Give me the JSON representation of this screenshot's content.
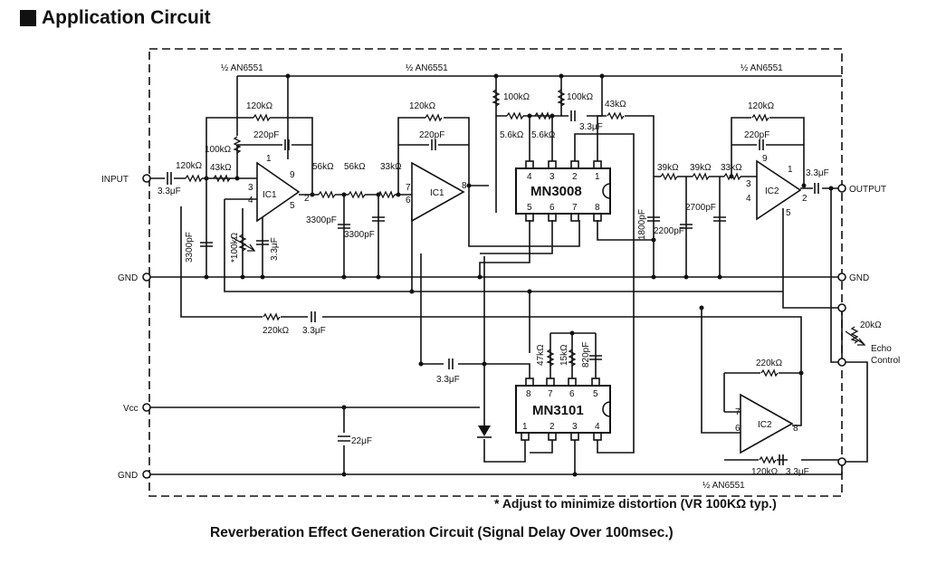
{
  "heading": "Application Circuit",
  "footnote": "* Adjust to minimize distortion (VR 100KΩ typ.)",
  "caption": "Reverberation Effect Generation Circuit (Signal Delay Over 100msec.)",
  "terminals": {
    "input": "INPUT",
    "gnd_top": "GND",
    "vcc": "Vcc",
    "gnd_bottom": "GND",
    "output": "OUTPUT",
    "gnd_right": "GND",
    "echo_control": [
      "Echo",
      "Control"
    ]
  },
  "opamps": {
    "ic1a": {
      "name": "IC1",
      "part": "½ AN6551"
    },
    "ic1b": {
      "name": "IC1",
      "part": "½ AN6551"
    },
    "ic2a": {
      "name": "IC2",
      "part": "½ AN6551"
    },
    "ic2b": {
      "name": "IC2",
      "part": "½ AN6551"
    }
  },
  "chips": {
    "mn3008": {
      "name": "MN3008",
      "top_pins": [
        "4",
        "3",
        "2",
        "1"
      ],
      "bottom_pins": [
        "5",
        "6",
        "7",
        "8"
      ]
    },
    "mn3101": {
      "name": "MN3101",
      "top_pins": [
        "8",
        "7",
        "6",
        "5"
      ],
      "bottom_pins": [
        "1",
        "2",
        "3",
        "4"
      ]
    }
  },
  "components": {
    "c_in": "3.3μF",
    "r_in": "120kΩ",
    "r43_1": "43kΩ",
    "r100_1": "100kΩ",
    "r120_fb1": "120kΩ",
    "c220_1": "220pF",
    "r56_a": "56kΩ",
    "r56_b": "56kΩ",
    "c3300_a": "3300pF",
    "c3300_b": "3300pF",
    "c3300_c": "3300pF",
    "r33_1": "33kΩ",
    "r120_fb2": "120kΩ",
    "c220_2": "220pF",
    "vr100": "*100kΩ",
    "c33_bias": "3.3μF",
    "r100_a": "100kΩ",
    "r100_b": "100kΩ",
    "r56k_a": "5.6kΩ",
    "r56k_b": "5.6kΩ",
    "c33_mn": "3.3μF",
    "r43_2": "43kΩ",
    "c1800": "1800pF",
    "r39_a": "39kΩ",
    "r39_b": "39kΩ",
    "c2200": "2200pF",
    "c2700": "2700pF",
    "r33_2": "33kΩ",
    "r120_fb3": "120kΩ",
    "c220_3": "220pF",
    "c_out": "3.3μF",
    "r220_echo": "220kΩ",
    "c33_echo": "3.3μF",
    "c33_mid": "3.3μF",
    "r47": "47kΩ",
    "r15": "15kΩ",
    "c820": "820pF",
    "c22": "22μF",
    "r220_fb4": "220kΩ",
    "r120_low": "120kΩ",
    "c33_low": "3.3μF",
    "vr20": "20kΩ"
  },
  "pin_numbers": {
    "ic1a": [
      "1",
      "9",
      "3",
      "4",
      "2",
      "5"
    ],
    "ic1b": [
      "7",
      "6",
      "8"
    ],
    "ic2a": [
      "9",
      "1",
      "3",
      "4",
      "2",
      "5"
    ],
    "ic2b": [
      "7",
      "6",
      "8"
    ]
  }
}
